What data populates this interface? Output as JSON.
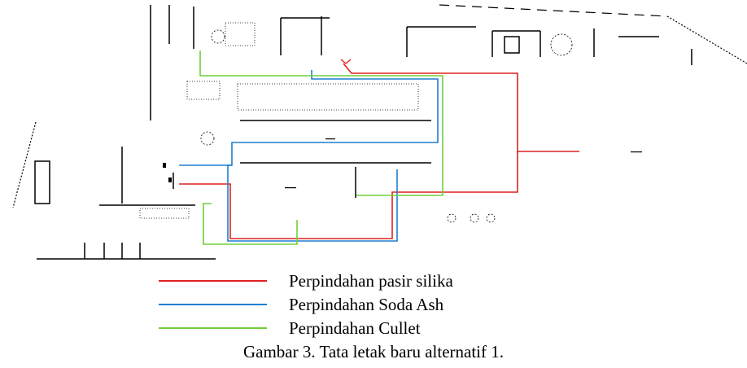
{
  "legend": {
    "items": [
      {
        "label": "Perpindahan pasir silika",
        "color": "#e02020"
      },
      {
        "label": "Perpindahan Soda Ash",
        "color": "#1e7fd0"
      },
      {
        "label": "Perpindahan Cullet",
        "color": "#6fcf3a"
      }
    ]
  },
  "caption": "Gambar 3. Tata letak baru alternatif 1.",
  "colors": {
    "floorplan": "#000000",
    "silica_route": "#e02020",
    "soda_ash_route": "#1e7fd0",
    "cullet_route": "#6fcf3a"
  }
}
